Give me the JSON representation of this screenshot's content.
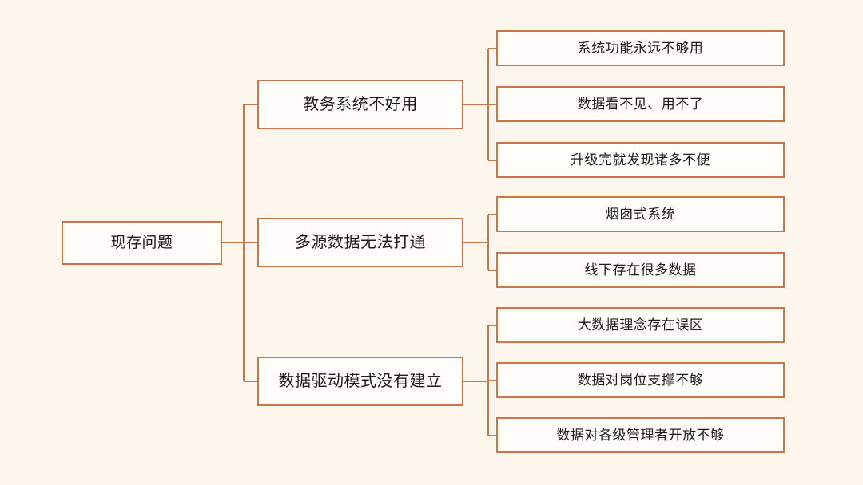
{
  "diagram": {
    "title": "现存问题",
    "background_color": "#FDF6EC",
    "node_fill_color": "#FFFDFA",
    "border_color": "#C8764A",
    "connector_color": "#C8764A",
    "text_color": "#1C1C1C",
    "type": "mind-map",
    "root": {
      "label": "现存问题"
    },
    "branches": [
      {
        "label": "教务系统不好用",
        "children": [
          {
            "label": "系统功能永远不够用"
          },
          {
            "label": "数据看不见、用不了"
          },
          {
            "label": "升级完就发现诸多不便"
          }
        ]
      },
      {
        "label": "多源数据无法打通",
        "children": [
          {
            "label": "烟囱式系统"
          },
          {
            "label": "线下存在很多数据"
          }
        ]
      },
      {
        "label": "数据驱动模式没有建立",
        "children": [
          {
            "label": "大数据理念存在误区"
          },
          {
            "label": "数据对岗位支撑不够"
          },
          {
            "label": "数据对各级管理者开放不够"
          }
        ]
      }
    ]
  }
}
